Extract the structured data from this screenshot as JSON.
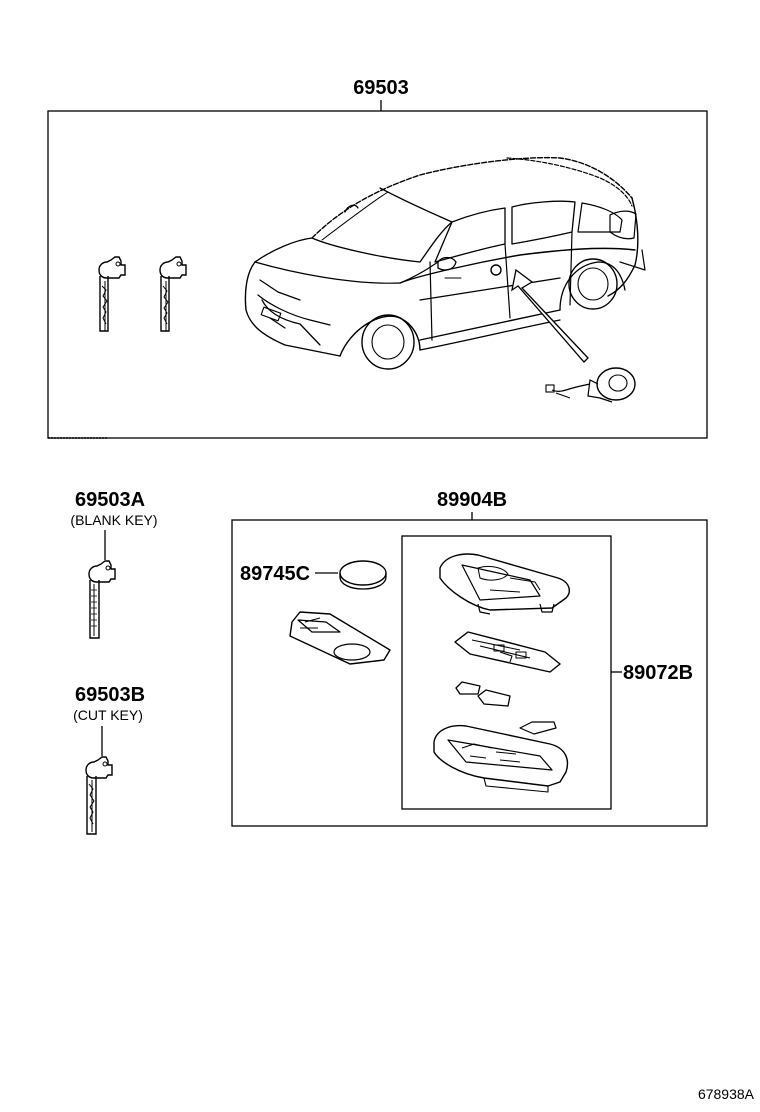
{
  "parts": {
    "main_set": "69503",
    "blank_key": "69503A",
    "blank_key_note": "(BLANK KEY)",
    "cut_key": "69503B",
    "cut_key_note": "(CUT KEY)",
    "transmitter_assy": "89904B",
    "battery": "89745C",
    "transmitter_housing": "89072B"
  },
  "diagram_id": "678938A"
}
